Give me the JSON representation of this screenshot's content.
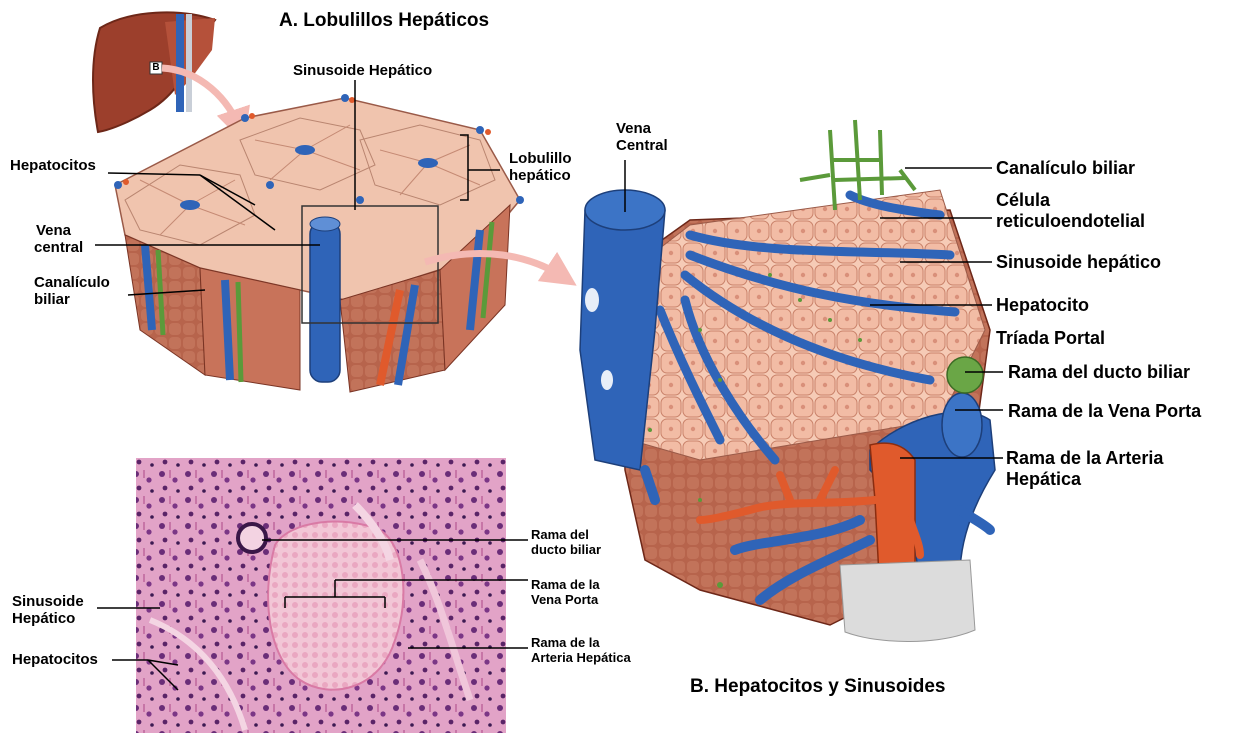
{
  "panel_a": {
    "title": "A. Lobulillos Hepáticos",
    "labels": {
      "sinusoide": "Sinusoide Hepático",
      "hepatocitos": "Hepatocitos",
      "lobulillo_line1": "Lobulillo",
      "lobulillo_line2": "hepático",
      "vena_line1": "Vena",
      "vena_line2": "central",
      "canaliculo_line1": "Canalículo",
      "canaliculo_line2": "biliar"
    }
  },
  "panel_b": {
    "title": "B. Hepatocitos y Sinusoides",
    "labels": {
      "vena_line1": "Vena",
      "vena_line2": "Central",
      "canaliculo": "Canalículo biliar",
      "celula_line1": "Célula",
      "celula_line2": "reticuloendotelial",
      "sinusoide": "Sinusoide hepático",
      "hepatocito": "Hepatocito",
      "triada": "Tríada Portal",
      "ducto": "Rama del ducto biliar",
      "vena_porta": "Rama de la Vena Porta",
      "arteria_line1": "Rama de la Arteria",
      "arteria_line2": "Hepática"
    }
  },
  "histology": {
    "labels": {
      "sinusoide_line1": "Sinusoide",
      "sinusoide_line2": "Hepático",
      "hepatocitos": "Hepatocitos",
      "ducto_line1": "Rama del",
      "ducto_line2": "ducto biliar",
      "vena_line1": "Rama de la",
      "vena_line2": "Vena Porta",
      "arteria_line1": "Rama de la",
      "arteria_line2": "Arteria Hepática"
    }
  },
  "liver_icon_letter": "B",
  "colors": {
    "vein": "#2f64b8",
    "artery": "#e05a2c",
    "bile_duct": "#5b9a3a",
    "hepatocyte": "#f3c3ac",
    "tissue": "#b8664e",
    "stain_pink": "#e9a3c4",
    "stain_purple": "#8a3f86"
  }
}
